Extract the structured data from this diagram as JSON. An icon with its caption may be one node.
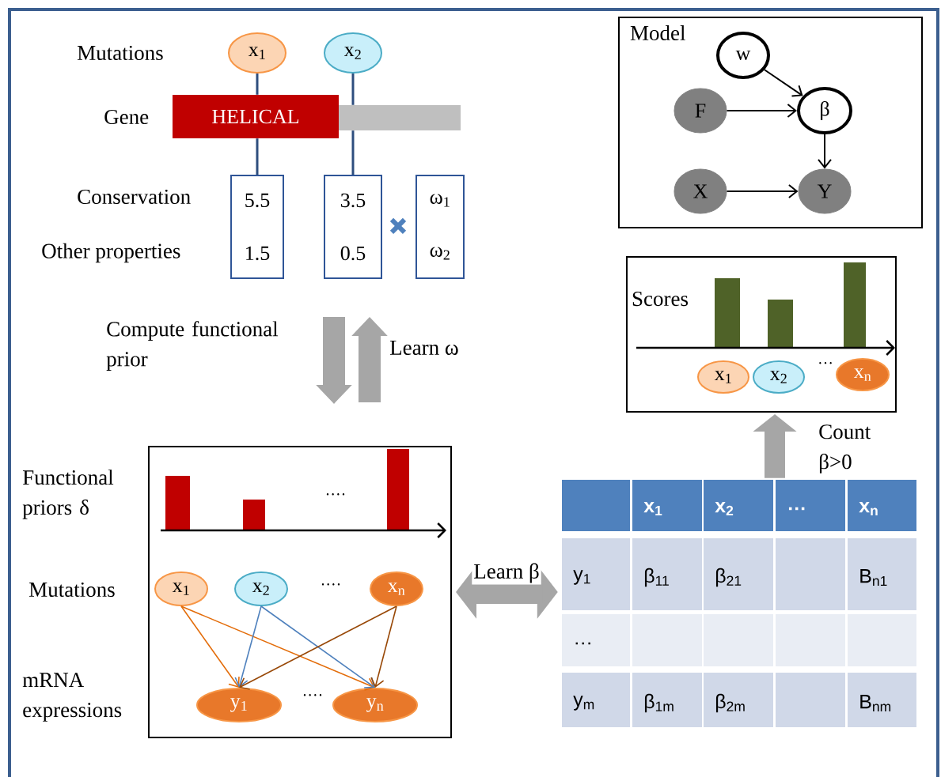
{
  "diagram": {
    "nodes": [
      {
        "text": [
          "x$_{1}$"
        ]
      },
      {
        "text": [
          "x$_{2}$"
        ]
      },
      {
        "text": [
          "HELICAL"
        ]
      },
      {
        "text": [],
        "shape": "bar"
      },
      {
        "text": [
          "5.5",
          "1.5"
        ]
      },
      {
        "text": [
          "3.5",
          "0.5"
        ]
      },
      {
        "text": [
          "ω$_{1}$",
          "ω$_{2}$"
        ]
      },
      {
        "text": [
          "Model"
        ]
      },
      {
        "text": [
          "w"
        ],
        "in": 7
      },
      {
        "text": [
          "F"
        ],
        "in": 7
      },
      {
        "text": [
          "β"
        ],
        "in": 7
      },
      {
        "text": [
          "X"
        ],
        "in": 7
      },
      {
        "text": [
          "Y"
        ],
        "in": 7
      },
      {
        "text": [
          "Scores"
        ]
      },
      {
        "text": [
          "x$_{1}$"
        ],
        "in": 13
      },
      {
        "text": [
          "x$_{2}$"
        ],
        "in": 13
      },
      {
        "text": [
          "x$_{n}$"
        ],
        "in": 13
      },
      {
        "text": [],
        "shape": "box"
      },
      {
        "text": [
          "x$_{1}$"
        ],
        "in": 17
      },
      {
        "text": [
          "x$_{2}$"
        ],
        "in": 17
      },
      {
        "text": [
          "x$_{n}$"
        ],
        "in": 17
      },
      {
        "text": [
          "y$_{1}$"
        ],
        "in": 17
      },
      {
        "text": [
          "y$_{n}$"
        ],
        "in": 17
      },
      {
        "text": [
          "x$_{1}$",
          "x$_{2}$",
          "…",
          "x$_{n}$",
          "y$_{1}$",
          "β$_{11}$",
          "β$_{21}$",
          "B$_{n1}$",
          "…",
          "y$_{m}$",
          "β$_{1m}$",
          "β$_{2m}$",
          "B$_{nm}$"
        ]
      }
    ],
    "edges": [
      {
        "from": 0,
        "to": 2,
        "arrow": "none",
        "color": "#2e4e7e"
      },
      {
        "from": 1,
        "to": 3,
        "arrow": "none",
        "color": "#2e4e7e"
      },
      {
        "from": 2,
        "to": 4,
        "arrow": "none",
        "color": "#2e4e7e"
      },
      {
        "from": 3,
        "to": 5,
        "arrow": "none",
        "color": "#2e4e7e"
      },
      {
        "from": 8,
        "to": 10,
        "arrow": "to",
        "color": "#000000"
      },
      {
        "from": 9,
        "to": 10,
        "arrow": "to",
        "color": "#000000"
      },
      {
        "from": 10,
        "to": 12,
        "arrow": "to",
        "color": "#000000"
      },
      {
        "from": 11,
        "to": 12,
        "arrow": "to",
        "color": "#000000"
      },
      {
        "from": 5,
        "to": 17,
        "arrow": "to",
        "label": "Compute functional prior",
        "style": "thick",
        "color": "#a6a6a6"
      },
      {
        "from": 17,
        "to": 5,
        "arrow": "to",
        "label": "Learn ω",
        "style": "thick",
        "color": "#a6a6a6"
      },
      {
        "from": 18,
        "to": 21,
        "arrow": "to",
        "color": "#e36c09"
      },
      {
        "from": 18,
        "to": 22,
        "arrow": "to",
        "color": "#e36c09"
      },
      {
        "from": 19,
        "to": 21,
        "arrow": "to",
        "color": "#4f81bd"
      },
      {
        "from": 19,
        "to": 22,
        "arrow": "to",
        "color": "#4f81bd"
      },
      {
        "from": 20,
        "to": 21,
        "arrow": "to",
        "color": "#984807"
      },
      {
        "from": 20,
        "to": 22,
        "arrow": "to",
        "color": "#984807"
      },
      {
        "from": 17,
        "to": 23,
        "arrow": "both",
        "label": "Learn β",
        "style": "thick",
        "color": "#a6a6a6"
      },
      {
        "from": 23,
        "to": 13,
        "arrow": "to",
        "label": "Count β>0",
        "style": "thick",
        "color": "#a6a6a6"
      }
    ],
    "labels": [
      "Mutations",
      "Gene",
      "Conservation",
      "Other properties",
      "···",
      "Functional priors δ",
      "····",
      "Mutations",
      "····",
      "····",
      "mRNA expressions"
    ]
  }
}
